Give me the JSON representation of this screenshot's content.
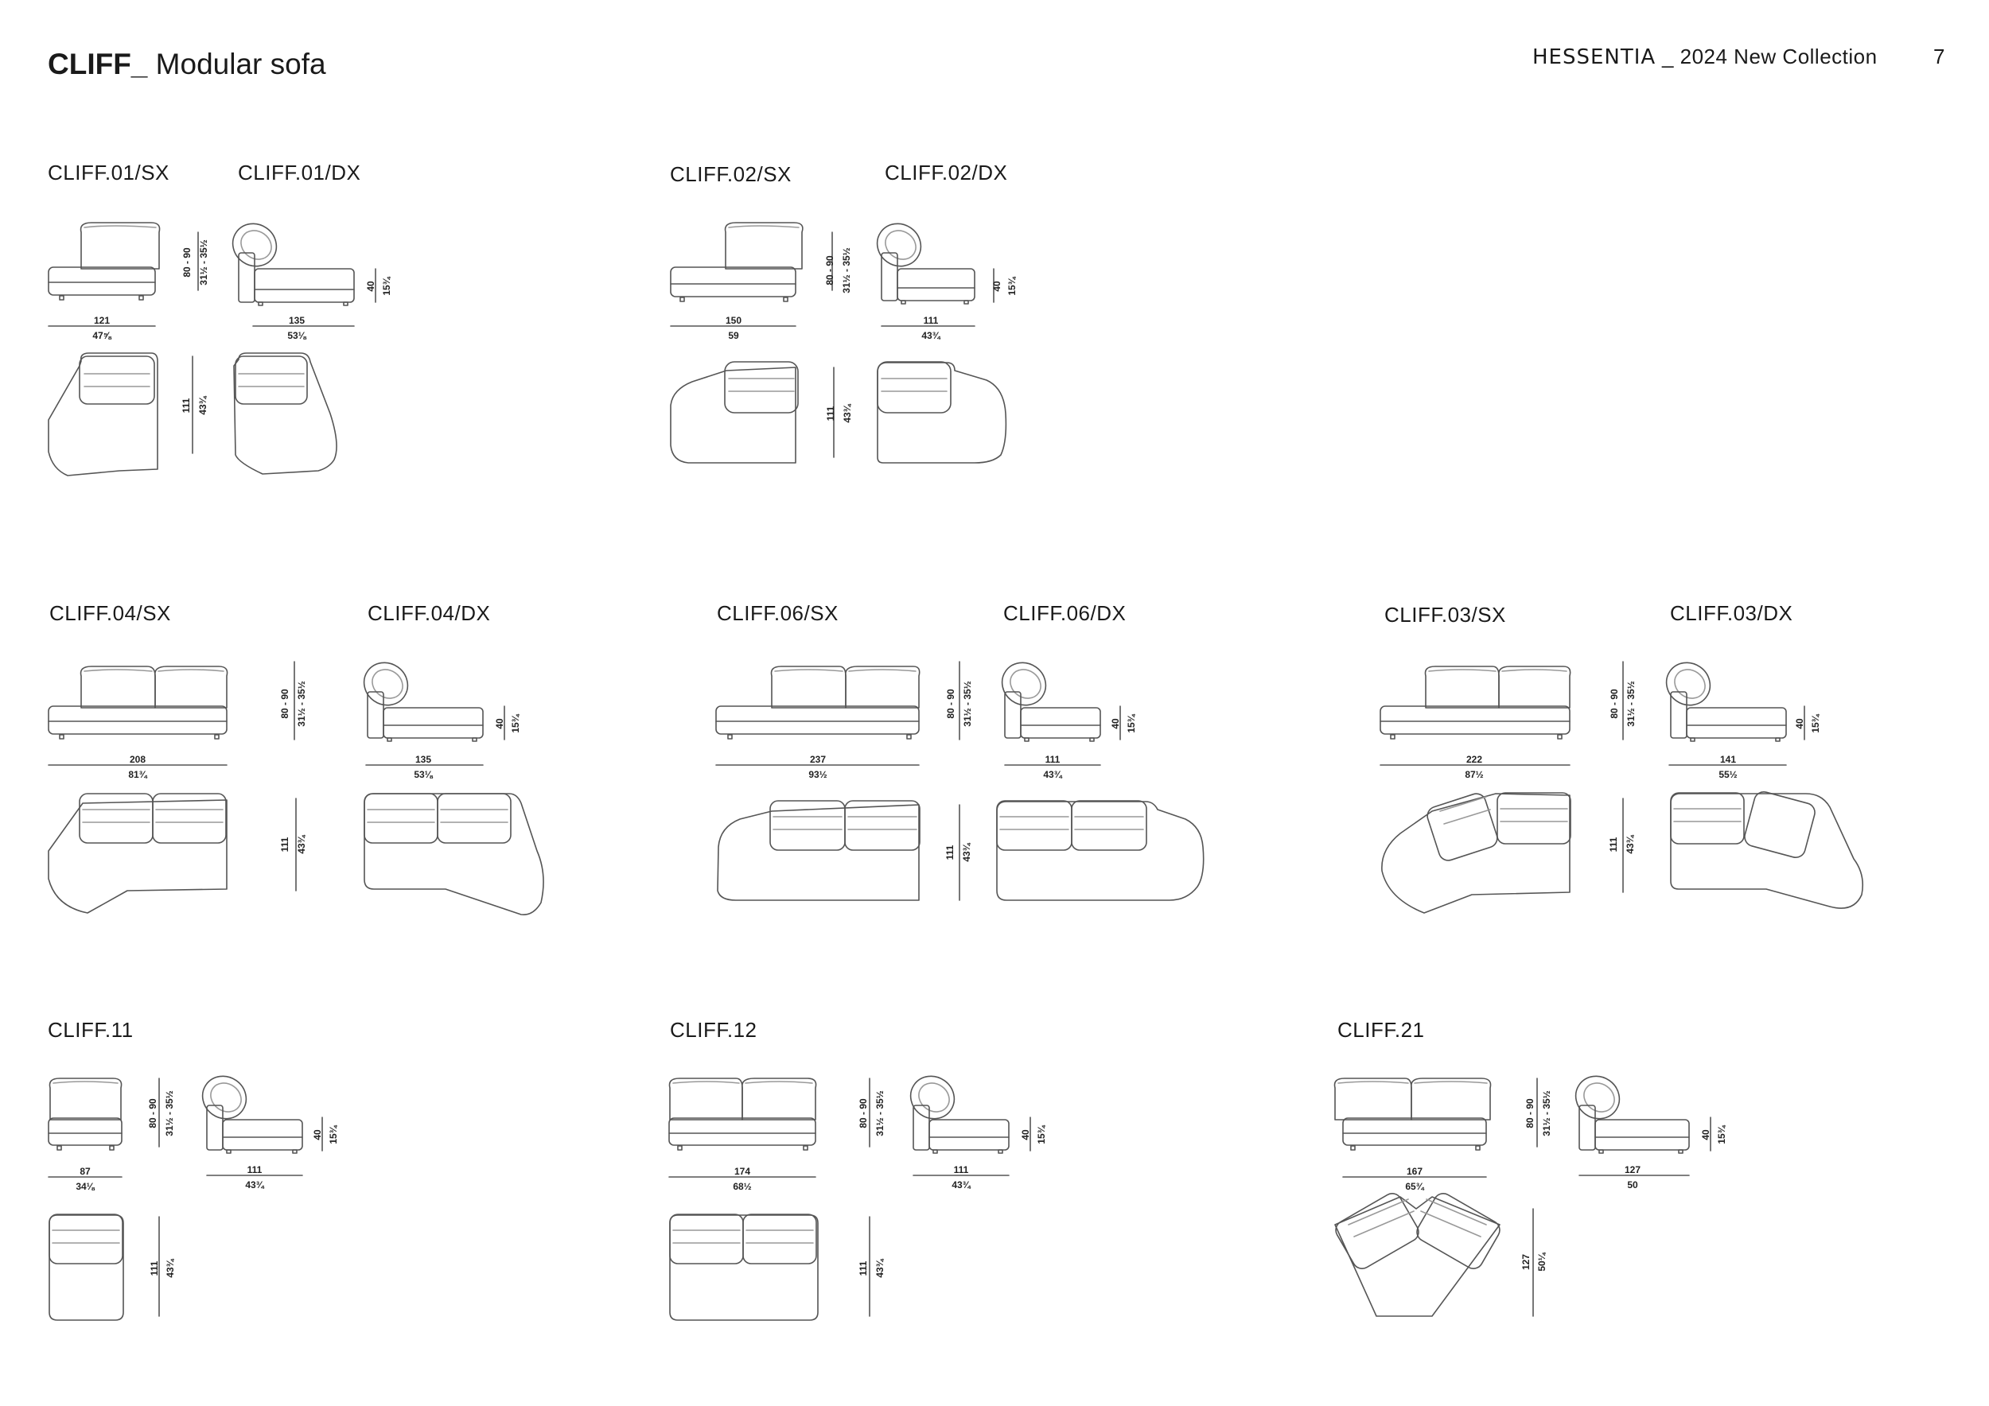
{
  "header": {
    "title_bold": "CLIFF_",
    "title_light": "Modular sofa",
    "brand": "HESSENTIA",
    "collection": "_ 2024 New Collection",
    "page_number": "7"
  },
  "modules": [
    {
      "label": "CLIFF.01/SX",
      "width": "121",
      "width_in": "47⅝",
      "height": "80 - 90",
      "height_in": "31½ - 35½",
      "depth": "111",
      "depth_in": "43¾"
    },
    {
      "label": "CLIFF.01/DX",
      "width": "135",
      "width_in": "53⅛",
      "seat": "40",
      "seat_in": "15¾"
    },
    {
      "label": "CLIFF.02/SX",
      "width": "150",
      "width_in": "59",
      "height": "80 - 90",
      "height_in": "31½ - 35½",
      "depth": "111",
      "depth_in": "43¾"
    },
    {
      "label": "CLIFF.02/DX",
      "width": "111",
      "width_in": "43¾",
      "seat": "40",
      "seat_in": "15¾"
    },
    {
      "label": "CLIFF.04/SX",
      "width": "208",
      "width_in": "81¾",
      "height": "80 - 90",
      "height_in": "31½ - 35½",
      "depth": "111",
      "depth_in": "43¾"
    },
    {
      "label": "CLIFF.04/DX",
      "width": "135",
      "width_in": "53⅛",
      "seat": "40",
      "seat_in": "15¾"
    },
    {
      "label": "CLIFF.06/SX",
      "width": "237",
      "width_in": "93½",
      "height": "80 - 90",
      "height_in": "31½ - 35½",
      "depth": "111",
      "depth_in": "43¾"
    },
    {
      "label": "CLIFF.06/DX",
      "width": "111",
      "width_in": "43¾",
      "seat": "40",
      "seat_in": "15¾"
    },
    {
      "label": "CLIFF.03/SX",
      "width": "222",
      "width_in": "87½",
      "height": "80 - 90",
      "height_in": "31½ - 35½",
      "depth": "111",
      "depth_in": "43¾"
    },
    {
      "label": "CLIFF.03/DX",
      "width": "141",
      "width_in": "55½",
      "seat": "40",
      "seat_in": "15¾"
    },
    {
      "label": "CLIFF.11",
      "width": "87",
      "width_in": "34⅛",
      "height": "80 - 90",
      "height_in": "31½ - 35½",
      "side_width": "111",
      "side_width_in": "43¾",
      "seat": "40",
      "seat_in": "15¾",
      "depth": "111",
      "depth_in": "43¾"
    },
    {
      "label": "CLIFF.12",
      "width": "174",
      "width_in": "68½",
      "height": "80 - 90",
      "height_in": "31½ - 35½",
      "side_width": "111",
      "side_width_in": "43¾",
      "seat": "40",
      "seat_in": "15¾",
      "depth": "111",
      "depth_in": "43¾"
    },
    {
      "label": "CLIFF.21",
      "width": "167",
      "width_in": "65¾",
      "height": "80 - 90",
      "height_in": "31½ - 35½",
      "side_width": "127",
      "side_width_in": "50",
      "seat": "40",
      "seat_in": "15¾",
      "depth": "127",
      "depth_in": "50¼"
    }
  ]
}
